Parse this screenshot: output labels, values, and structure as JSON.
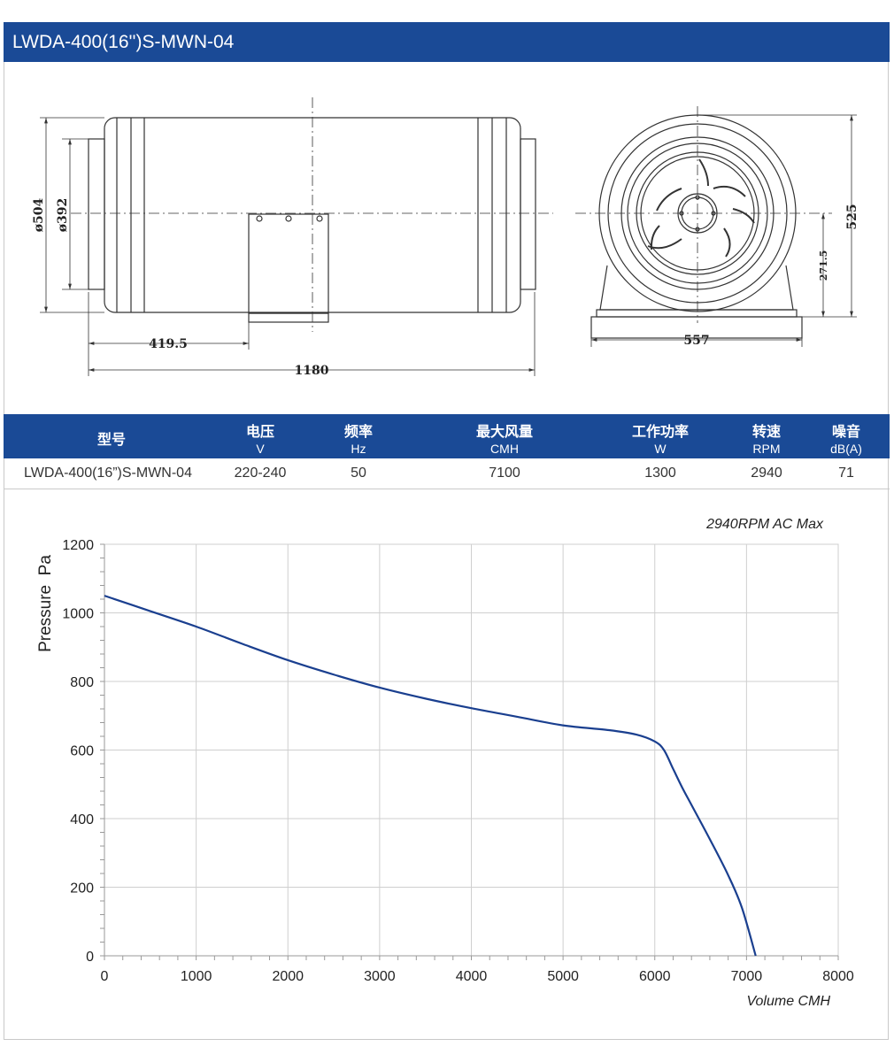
{
  "header": {
    "title": "LWDA-400(16'')S-MWN-04"
  },
  "drawing": {
    "side_labels": {
      "outer_dia": "ø504",
      "inner_dia": "ø392",
      "mount_offset": "419.5",
      "length": "1180"
    },
    "front_labels": {
      "height": "525",
      "center_height": "271.5",
      "base_width": "557"
    }
  },
  "spec_table": {
    "headers": [
      {
        "label": "型号",
        "unit": ""
      },
      {
        "label": "电压",
        "unit": "V"
      },
      {
        "label": "频率",
        "unit": "Hz"
      },
      {
        "label": "最大风量",
        "unit": "CMH"
      },
      {
        "label": "工作功率",
        "unit": "W"
      },
      {
        "label": "转速",
        "unit": "RPM"
      },
      {
        "label": "噪音",
        "unit": "dB(A)"
      }
    ],
    "row": [
      "LWDA-400(16”)S-MWN-04",
      "220-240",
      "50",
      "7100",
      "1300",
      "2940",
      "71"
    ]
  },
  "chart_data": {
    "type": "line",
    "title": "2940RPM AC Max",
    "xlabel": "Volume CMH",
    "ylabel": "Pressure  Pa",
    "xlim": [
      0,
      8000
    ],
    "ylim": [
      0,
      1200
    ],
    "xticks": [
      0,
      1000,
      2000,
      3000,
      4000,
      5000,
      6000,
      7000,
      8000
    ],
    "yticks": [
      0,
      200,
      400,
      600,
      800,
      1000,
      1200
    ],
    "grid": true,
    "series": [
      {
        "color": "#1a3f8f",
        "x": [
          0,
          500,
          1000,
          1500,
          2000,
          2500,
          3000,
          3500,
          4000,
          4500,
          5000,
          5500,
          5800,
          6000,
          6100,
          6200,
          6300,
          6400,
          6600,
          6800,
          6950,
          7100
        ],
        "y": [
          1050,
          1005,
          960,
          910,
          862,
          820,
          782,
          750,
          722,
          697,
          672,
          658,
          645,
          625,
          600,
          545,
          490,
          440,
          340,
          235,
          140,
          0
        ]
      }
    ]
  }
}
